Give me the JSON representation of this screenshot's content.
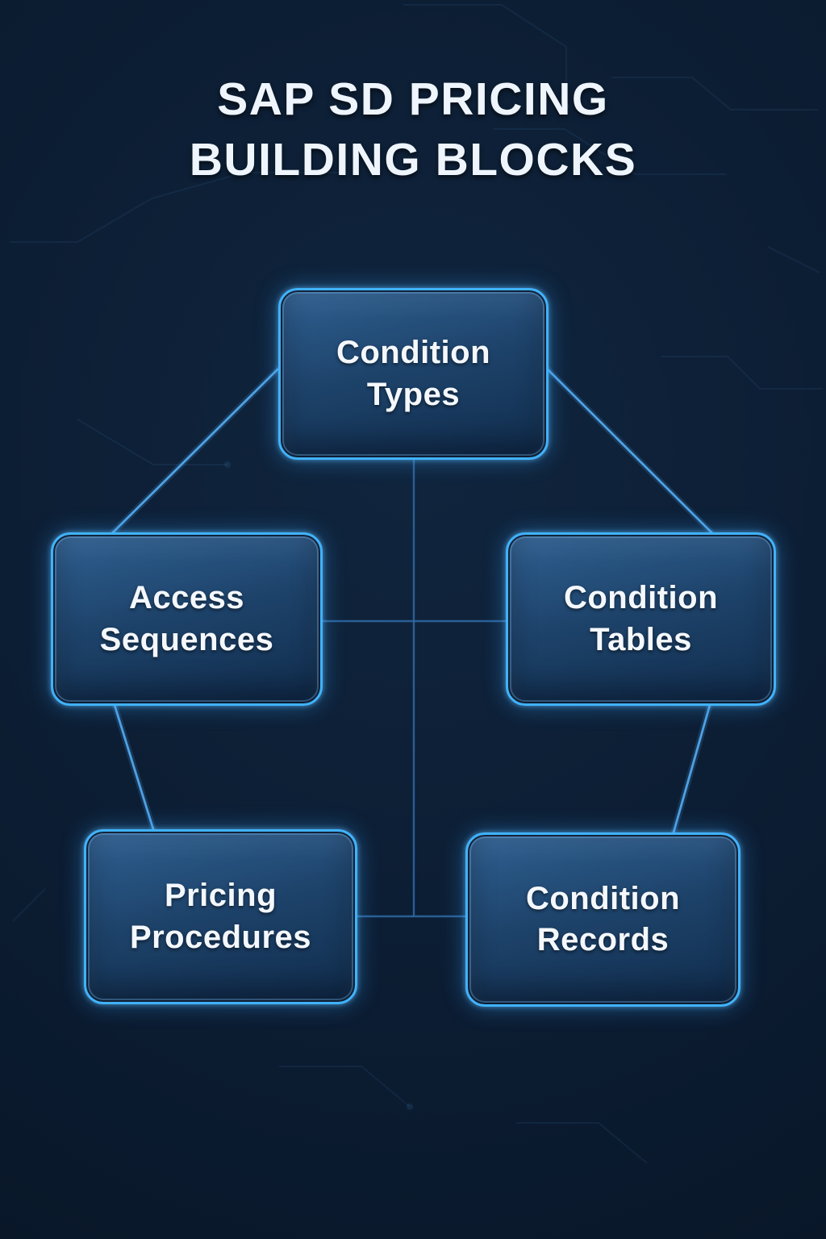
{
  "title": {
    "lines": [
      "SAP SD PRICING",
      "BUILDING BLOCKS"
    ],
    "full": "SAP SD PRICING BUILDING BLOCKS"
  },
  "diagram": {
    "type": "concept-map",
    "nodes": [
      {
        "id": "condition-types",
        "label": "Condition Types",
        "lines": [
          "Condition",
          "Types"
        ]
      },
      {
        "id": "access-sequences",
        "label": "Access Sequences",
        "lines": [
          "Access",
          "Sequences"
        ]
      },
      {
        "id": "condition-tables",
        "label": "Condition Tables",
        "lines": [
          "Condition",
          "Tables"
        ]
      },
      {
        "id": "pricing-procedures",
        "label": "Pricing Procedures",
        "lines": [
          "Pricing",
          "Procedures"
        ]
      },
      {
        "id": "condition-records",
        "label": "Condition Records",
        "lines": [
          "Condition",
          "Records"
        ]
      }
    ],
    "edges": [
      {
        "from": "condition-types",
        "to": "access-sequences"
      },
      {
        "from": "condition-types",
        "to": "condition-tables"
      },
      {
        "from": "access-sequences",
        "to": "condition-tables"
      },
      {
        "from": "access-sequences",
        "to": "pricing-procedures"
      },
      {
        "from": "condition-tables",
        "to": "condition-records"
      },
      {
        "from": "pricing-procedures",
        "to": "condition-records"
      },
      {
        "from": "condition-types",
        "to": "center-junction-vertical"
      }
    ]
  },
  "colors": {
    "background_center": "#10253e",
    "background_edge": "#071322",
    "box_border": "#40b2fc",
    "box_fill_top": "#2f6092",
    "box_fill_bottom": "#112d4d",
    "connector_dim": "#2f6aa5",
    "connector_bright": "#52a6ea",
    "text": "#f4f8fd"
  }
}
